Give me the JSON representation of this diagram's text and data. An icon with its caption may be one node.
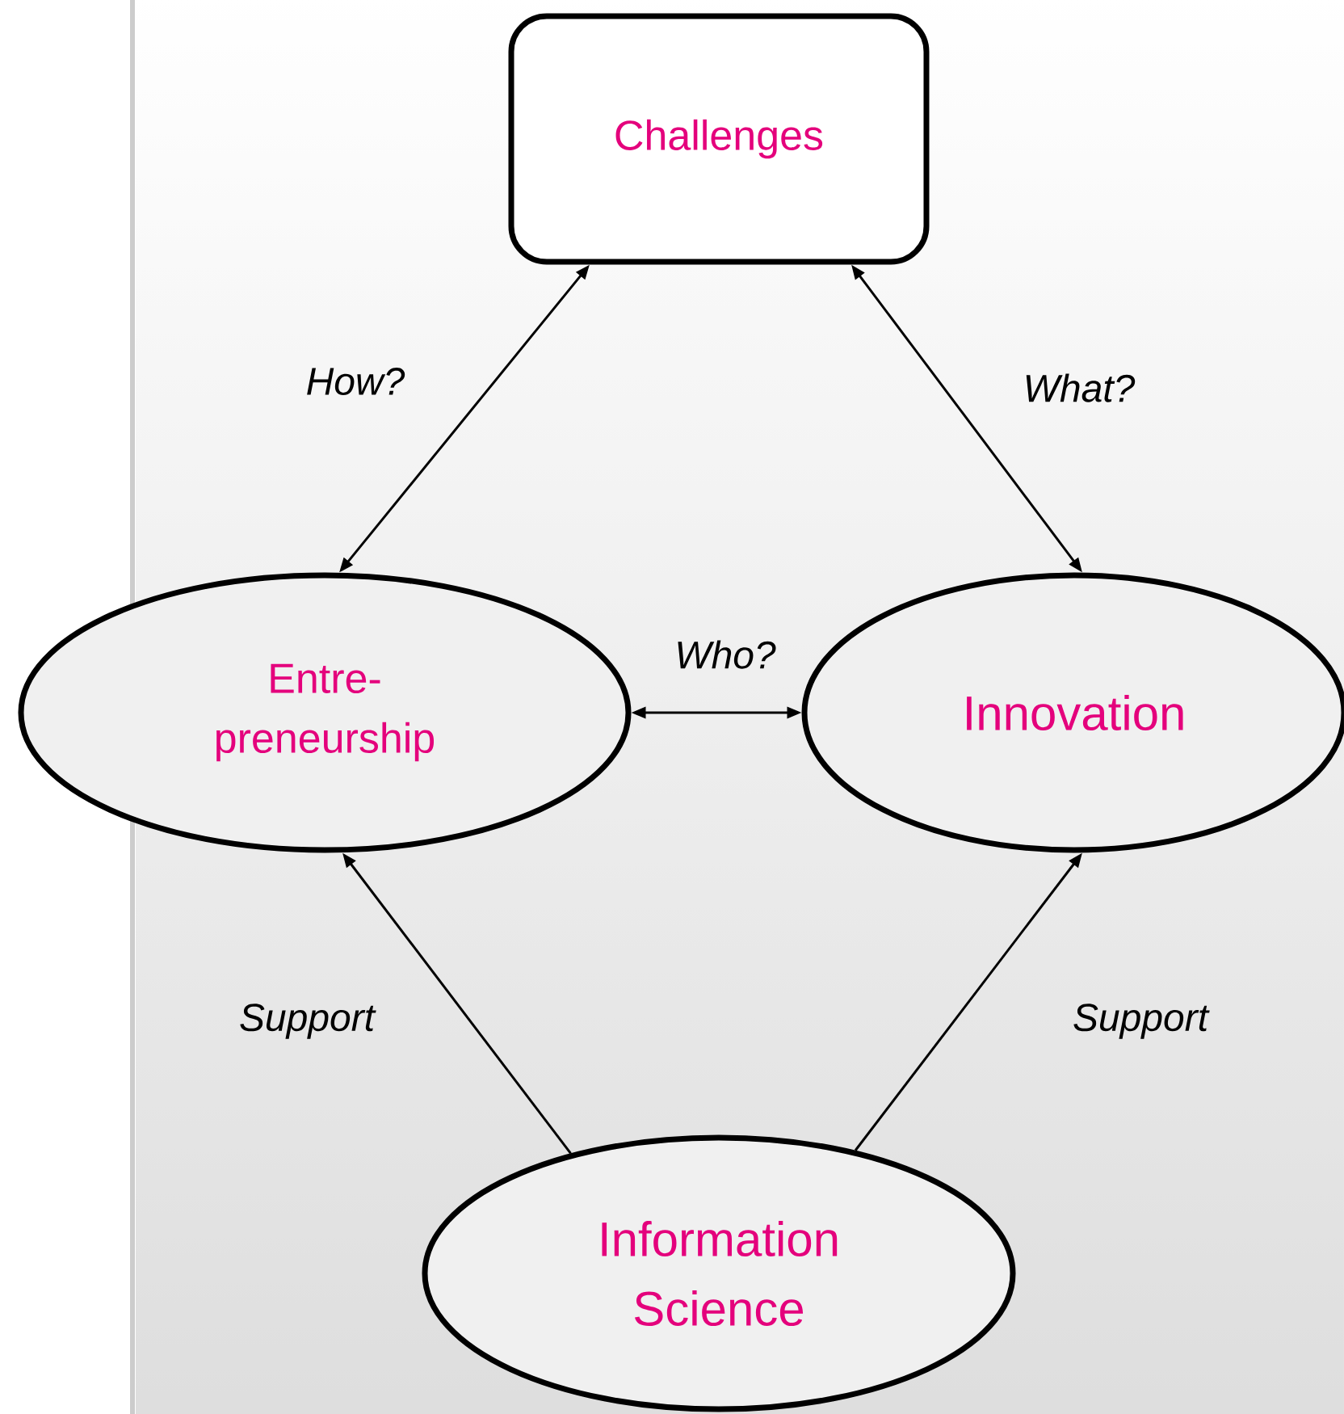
{
  "diagram": {
    "nodes": [
      {
        "text": [
          "Challenges"
        ]
      },
      {
        "text": [
          "Entre- preneurship"
        ]
      },
      {
        "text": [
          "Innovation"
        ]
      },
      {
        "text": [
          "Information Science"
        ]
      }
    ],
    "edges": [
      {
        "from": 0,
        "to": 1,
        "arrow": "both",
        "label": "How?"
      },
      {
        "from": 0,
        "to": 2,
        "arrow": "both",
        "label": "What?"
      },
      {
        "from": 1,
        "to": 2,
        "arrow": "both",
        "label": "Who?"
      },
      {
        "from": 3,
        "to": 1,
        "arrow": "to",
        "label": "Support"
      },
      {
        "from": 3,
        "to": 2,
        "arrow": "to",
        "label": "Support"
      }
    ]
  }
}
